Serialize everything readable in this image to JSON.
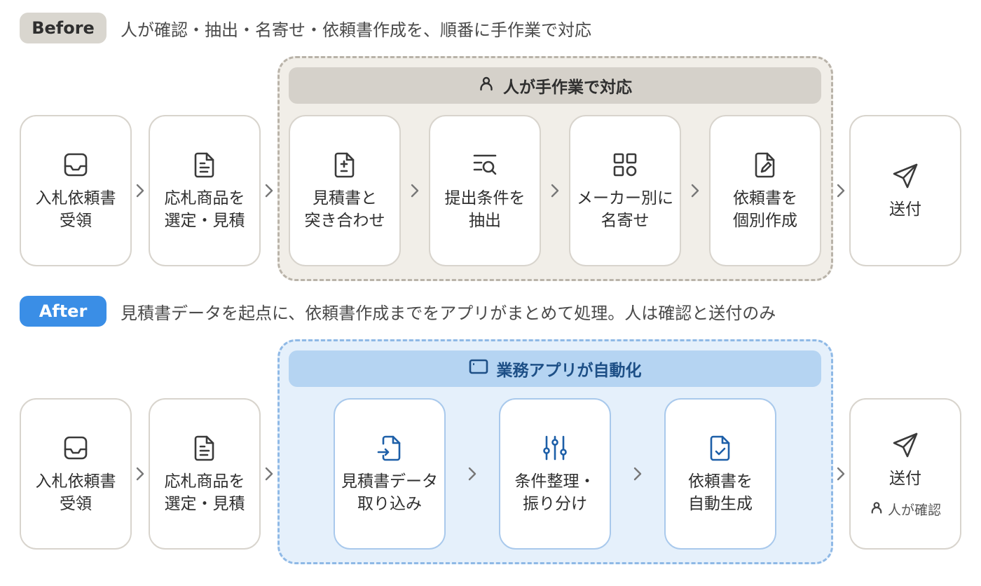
{
  "before": {
    "badge": "Before",
    "description": "人が確認・抽出・名寄せ・依頼書作成を、順番に手作業で対応",
    "group_header": "人が手作業で対応",
    "steps": [
      {
        "line1": "入札依頼書",
        "line2": "受領",
        "icon": "inbox-icon"
      },
      {
        "line1": "応札商品を",
        "line2": "選定・見積",
        "icon": "document-icon"
      },
      {
        "line1": "見積書と",
        "line2": "突き合わせ",
        "icon": "document-diff-icon"
      },
      {
        "line1": "提出条件を",
        "line2": "抽出",
        "icon": "filter-search-icon"
      },
      {
        "line1": "メーカー別に",
        "line2": "名寄せ",
        "icon": "grid-shapes-icon"
      },
      {
        "line1": "依頼書を",
        "line2": "個別作成",
        "icon": "document-edit-icon"
      },
      {
        "line1": "送付",
        "line2": "",
        "icon": "send-icon"
      }
    ]
  },
  "after": {
    "badge": "After",
    "description": "見積書データを起点に、依頼書作成までをアプリがまとめて処理。人は確認と送付のみ",
    "group_header": "業務アプリが自動化",
    "steps": [
      {
        "line1": "入札依頼書",
        "line2": "受領",
        "icon": "inbox-icon"
      },
      {
        "line1": "応札商品を",
        "line2": "選定・見積",
        "icon": "document-icon"
      },
      {
        "line1": "見積書データ",
        "line2": "取り込み",
        "icon": "file-import-icon"
      },
      {
        "line1": "条件整理・",
        "line2": "振り分け",
        "icon": "sliders-icon"
      },
      {
        "line1": "依頼書を",
        "line2": "自動生成",
        "icon": "document-check-icon"
      },
      {
        "line1": "送付",
        "line2": "",
        "icon": "send-icon",
        "sub": "人が確認"
      }
    ]
  },
  "colors": {
    "before_badge_bg": "#d9d6cf",
    "after_badge_bg": "#3a8ee6",
    "after_icon": "#1d5fa8",
    "before_icon": "#3a3a3a"
  }
}
